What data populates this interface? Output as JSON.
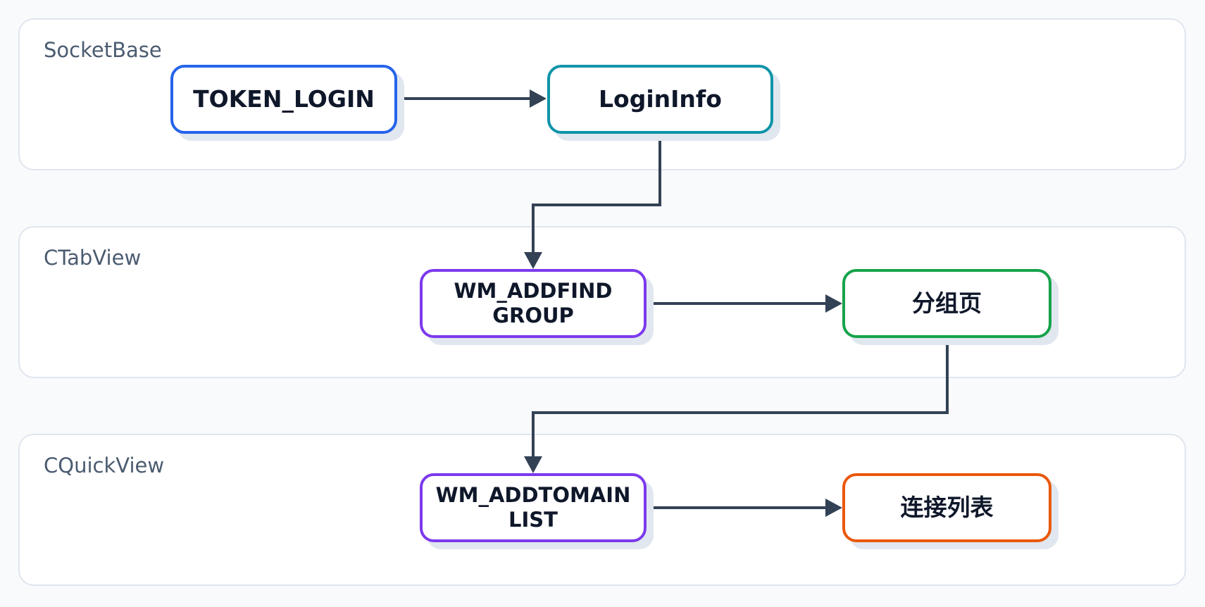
{
  "lanes": [
    {
      "title": "SocketBase"
    },
    {
      "title": "CTabView"
    },
    {
      "title": "CQuickView"
    }
  ],
  "nodes": {
    "token_login": {
      "lines": [
        "TOKEN_LOGIN"
      ],
      "border_color": "#2563eb"
    },
    "login_info": {
      "lines": [
        "LoginInfo"
      ],
      "border_color": "#0e94a8"
    },
    "wm_addfind_group": {
      "lines": [
        "WM_ADDFIND",
        "GROUP"
      ],
      "border_color": "#7c3aed"
    },
    "group_page": {
      "lines": [
        "分组页"
      ],
      "border_color": "#16a34a"
    },
    "wm_addtomain_list": {
      "lines": [
        "WM_ADDTOMAIN",
        "LIST"
      ],
      "border_color": "#7c3aed"
    },
    "connection_list": {
      "lines": [
        "连接列表"
      ],
      "border_color": "#ea580c"
    }
  },
  "edges": [
    {
      "from": "TOKEN_LOGIN",
      "to": "LoginInfo"
    },
    {
      "from": "LoginInfo",
      "to": "WM_ADDFIND GROUP"
    },
    {
      "from": "WM_ADDFIND GROUP",
      "to": "分组页"
    },
    {
      "from": "分组页",
      "to": "WM_ADDTOMAIN LIST"
    },
    {
      "from": "WM_ADDTOMAIN LIST",
      "to": "连接列表"
    }
  ],
  "colors": {
    "edge": "#334155",
    "lane_border": "#dfe6ef",
    "lane_title": "#4b5b70"
  }
}
